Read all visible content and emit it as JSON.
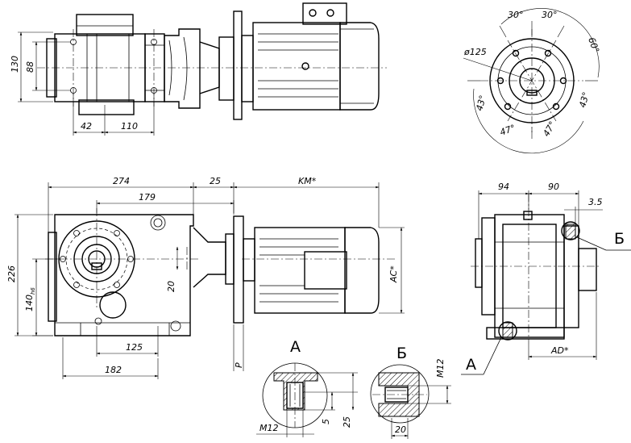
{
  "dimensions": {
    "top_height": "130",
    "top_inner": "88",
    "top_42": "42",
    "top_110": "110",
    "ang_30a": "30°",
    "ang_30b": "30°",
    "ang_60": "60°",
    "dia_125": "ø125",
    "ang_43a": "43°",
    "ang_43b": "43°",
    "ang_47a": "47°",
    "ang_47b": "47°",
    "front_274": "274",
    "front_179": "179",
    "front_25": "25",
    "front_km": "KM*",
    "front_226": "226",
    "front_140": "140",
    "front_140_tol": "h6",
    "front_20": "20",
    "front_ac": "AC*",
    "front_125": "125",
    "front_182": "182",
    "front_p": "P",
    "side_94": "94",
    "side_90": "90",
    "side_35": "3.5",
    "side_ad": "AD*",
    "detA_m12": "M12",
    "detA_5": "5",
    "detA_25": "25",
    "detB_m12": "M12",
    "detB_20": "20"
  },
  "labels": {
    "section_a": "A",
    "section_b": "Б",
    "callout_a": "A",
    "callout_b": "Б"
  }
}
